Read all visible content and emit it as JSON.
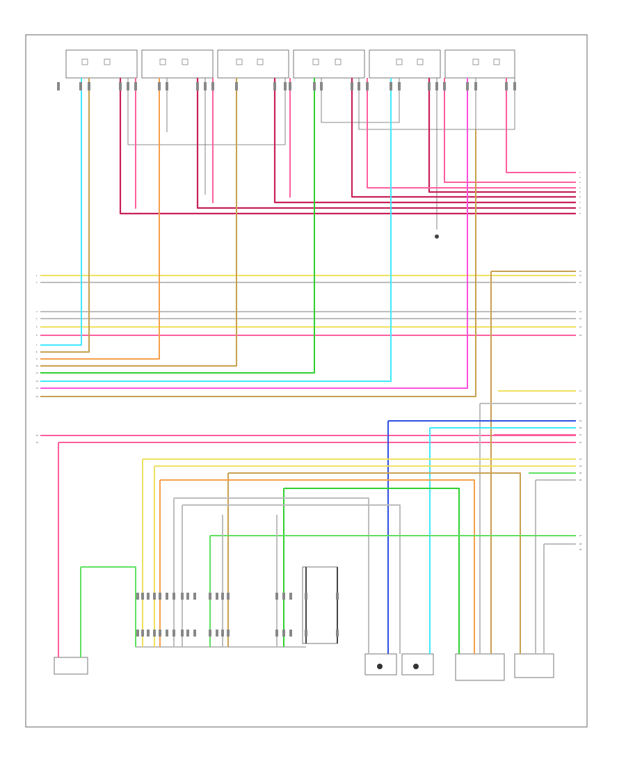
{
  "diagram": {
    "footer_label": "",
    "injector_labels": [
      "",
      "",
      "",
      "",
      "",
      ""
    ],
    "left_numbers": [
      "1",
      "2",
      "3",
      "4",
      "5",
      "6",
      "7",
      "8",
      "9",
      "10",
      "11",
      "12",
      "13",
      "14",
      "15",
      "16"
    ],
    "right_numbers": [
      "1",
      "2",
      "3",
      "4",
      "5",
      "6",
      "7",
      "8",
      "9",
      "10",
      "11",
      "12",
      "13",
      "14",
      "15",
      "16",
      "17",
      "18",
      "19",
      "20",
      "21",
      "22",
      "23",
      "24",
      "25",
      "26",
      "27",
      "28",
      "29"
    ],
    "component_captions": [
      "",
      "",
      "",
      "",
      "",
      "",
      "",
      ""
    ],
    "wire_colors": {
      "red": "#c8205a",
      "pink": "#ff5f9e",
      "yellow": "#f0e060",
      "orange": "#f5a04a",
      "tan": "#c8a050",
      "cyan": "#40e8ff",
      "green": "#30d030",
      "lime": "#60e060",
      "blue": "#3050e0",
      "magenta": "#ff50e0",
      "gray": "#bdbdbd",
      "black": "#444444"
    }
  }
}
